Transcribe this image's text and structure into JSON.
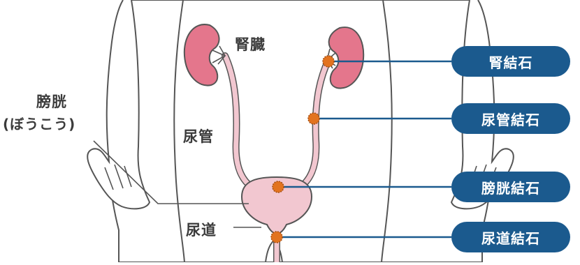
{
  "labels": {
    "kidney": "腎臓",
    "ureter": "尿管",
    "bladder": "膀胱",
    "bladder_reading": "(ぼうこう)",
    "urethra": "尿道"
  },
  "stones": [
    {
      "label": "腎結石"
    },
    {
      "label": "尿管結石"
    },
    {
      "label": "膀胱結石"
    },
    {
      "label": "尿道結石"
    }
  ],
  "colors": {
    "pill": "#1b5a8e",
    "kidney": "#e4768c",
    "organ_pale": "#f2c7d0",
    "stone": "#e2731f",
    "outline": "#555555"
  }
}
